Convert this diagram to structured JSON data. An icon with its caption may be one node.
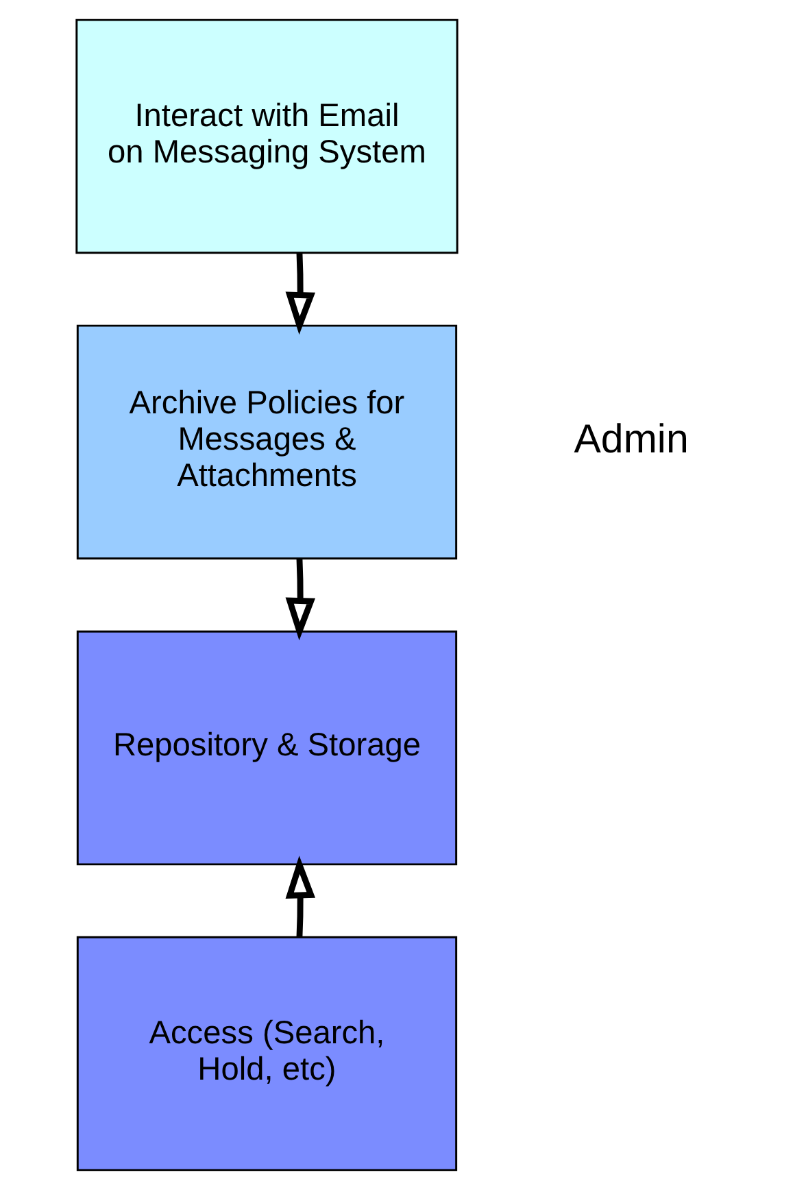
{
  "diagram": {
    "nodes": [
      {
        "text": [
          "Interact with Email on Messaging System"
        ]
      },
      {
        "text": [
          "Archive Policies for Messages & Attachments"
        ]
      },
      {
        "text": [
          "Repository & Storage"
        ]
      },
      {
        "text": [
          "Access (Search, Hold, etc)"
        ]
      }
    ],
    "edges": [
      {
        "from": 0,
        "to": 1,
        "arrow": "to"
      },
      {
        "from": 1,
        "to": 2,
        "arrow": "to"
      },
      {
        "from": 3,
        "to": 2,
        "arrow": "to"
      }
    ],
    "labels": [
      "Admin"
    ]
  }
}
